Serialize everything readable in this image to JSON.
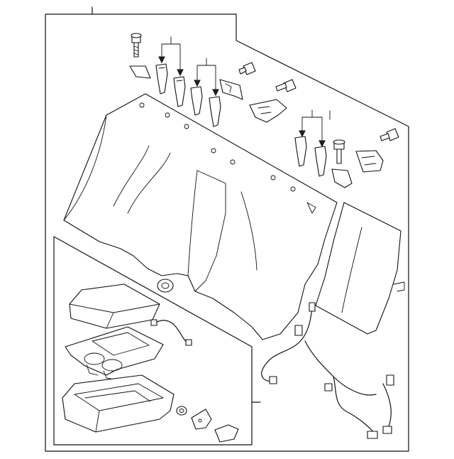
{
  "diagram": {
    "frame_color": "#111111",
    "background": "#ffffff",
    "parts": [
      {
        "name": "seat-back-pad",
        "icon": "seat-back-outline"
      },
      {
        "name": "seat-back-frame-panel",
        "icon": "frame-panel-outline"
      },
      {
        "name": "armrest-lid",
        "icon": "armrest-lid-outline"
      },
      {
        "name": "cup-holder-tray",
        "icon": "cup-holder-outline"
      },
      {
        "name": "armrest-base",
        "icon": "armrest-base-outline"
      },
      {
        "name": "wiring-harness",
        "icon": "harness-outline"
      },
      {
        "name": "mounting-hooks",
        "icon": "hook-outline"
      },
      {
        "name": "bolts",
        "icon": "bolt-outline"
      },
      {
        "name": "brackets",
        "icon": "bracket-outline"
      }
    ]
  }
}
